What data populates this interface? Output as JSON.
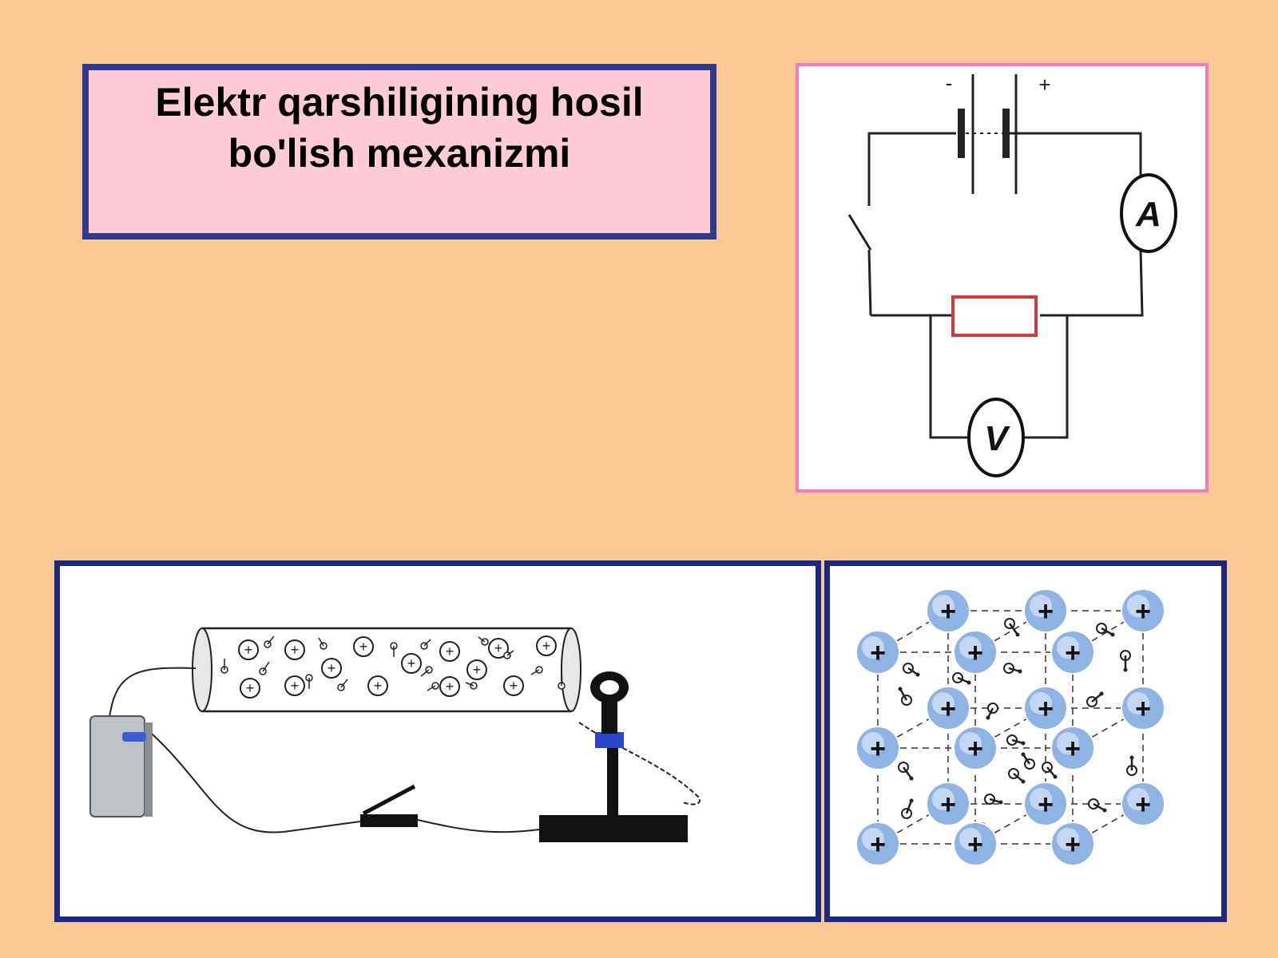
{
  "title": {
    "line1": "Elektr qarshiligining hosil",
    "line2": "bo'lish mexanizmi"
  },
  "circuit": {
    "battery_minus": "-",
    "battery_plus": "+",
    "ammeter": "A",
    "voltmeter": "V"
  },
  "wire": {
    "ion_symbol": "+"
  },
  "lattice": {
    "ion_symbol": "+"
  },
  "colors": {
    "background": "#fcc994",
    "title_fill": "#fecbd6",
    "frame_blue": "#1d2785",
    "frame_pink": "#f27ac4",
    "resistor_red": "#d23b3b",
    "ion_blue": "#8fb3e3"
  }
}
